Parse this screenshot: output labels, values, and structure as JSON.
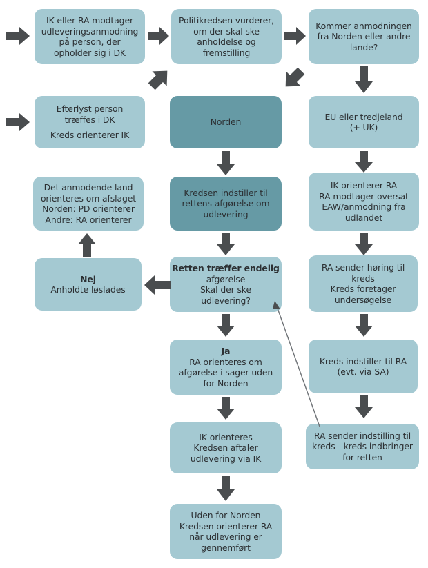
{
  "diagram": {
    "title": "Udleveringsproces flowchart",
    "colors": {
      "node_light": "#a4c9d2",
      "node_dark": "#669aa5",
      "arrow": "#4a4d4f",
      "text": "#2c3033",
      "background": "#ffffff",
      "thin_line": "#6e7276"
    },
    "nodes": [
      {
        "id": "modtager-anmodning",
        "style": "light",
        "lines": [
          "IK eller RA modtager",
          "udleveringsanmodning",
          "på person, der",
          "opholder sig i DK"
        ]
      },
      {
        "id": "politikredsen-vurderer",
        "style": "light",
        "lines": [
          "Politikredsen vurderer,",
          "om der skal ske",
          "anholdelse og",
          "fremstilling"
        ]
      },
      {
        "id": "kommer-anmodningen",
        "style": "light",
        "lines": [
          "Kommer anmodningen",
          "fra Norden eller andre",
          "lande?"
        ]
      },
      {
        "id": "efterlyst-person",
        "style": "light",
        "lines": [
          "Efterlyst person",
          "træffes i DK",
          "",
          "Kreds orienterer IK"
        ]
      },
      {
        "id": "norden",
        "style": "dark",
        "lines": [
          "Norden"
        ]
      },
      {
        "id": "eu-eller-tredjeland",
        "style": "light",
        "lines": [
          "EU eller tredjeland",
          "(+ UK)"
        ]
      },
      {
        "id": "anmodende-land-afslag",
        "style": "light",
        "lines": [
          "Det anmodende land",
          "orienteres om afslaget",
          "Norden: PD orienterer",
          "Andre: RA orienterer"
        ]
      },
      {
        "id": "kredsen-indstiller-retten",
        "style": "dark",
        "lines": [
          "Kredsen indstiller til",
          "rettens afgørelse om",
          "udlevering"
        ]
      },
      {
        "id": "ik-orienterer-ra",
        "style": "light",
        "lines": [
          "IK orienterer RA",
          "RA modtager oversat",
          "EAW/anmodning fra",
          "udlandet"
        ]
      },
      {
        "id": "nej-anholdte-loeslades",
        "style": "light",
        "lines": [
          "Nej",
          "Anholdte løslades"
        ],
        "bold_first": true
      },
      {
        "id": "retten-traeffer-afgoerelse",
        "style": "light",
        "lines": [
          "Retten træffer endelig",
          "afgørelse",
          "Skal der ske",
          "udlevering?"
        ],
        "bold_first": true
      },
      {
        "id": "ra-sender-hoering",
        "style": "light",
        "lines": [
          "RA sender høring til",
          "kreds",
          "Kreds foretager",
          "undersøgelse"
        ]
      },
      {
        "id": "ja-ra-orienteres",
        "style": "light",
        "lines": [
          "Ja",
          "RA orienteres om",
          "afgørelse i sager uden",
          "for Norden"
        ],
        "bold_first": true
      },
      {
        "id": "kreds-indstiller-ra",
        "style": "light",
        "lines": [
          "Kreds indstiller til RA",
          "(evt. via SA)"
        ]
      },
      {
        "id": "ik-orienteres-aftaler",
        "style": "light",
        "lines": [
          "IK orienteres",
          "Kredsen aftaler",
          "udlevering via IK"
        ]
      },
      {
        "id": "ra-sender-indstilling",
        "style": "light",
        "lines": [
          "RA sender indstilling til",
          "kreds - kreds indbringer",
          "for retten"
        ]
      },
      {
        "id": "uden-for-norden",
        "style": "light",
        "lines": [
          "Uden for Norden",
          "Kredsen orienterer RA",
          "når udlevering er",
          "gennemført"
        ]
      }
    ],
    "arrows": [
      {
        "id": "entry-to-modtager",
        "direction": "right"
      },
      {
        "id": "modtager-to-politikredsen",
        "direction": "right"
      },
      {
        "id": "politikredsen-to-kommer",
        "direction": "right"
      },
      {
        "id": "entry-to-efterlyst",
        "direction": "right"
      },
      {
        "id": "norden-to-politikredsen",
        "direction": "up-right"
      },
      {
        "id": "kommer-to-politikredsen",
        "direction": "down-left"
      },
      {
        "id": "kommer-to-eu",
        "direction": "down"
      },
      {
        "id": "norden-to-kredsen-indstiller",
        "direction": "down"
      },
      {
        "id": "eu-to-ik-orienterer",
        "direction": "down"
      },
      {
        "id": "kredsen-indstiller-to-retten",
        "direction": "down"
      },
      {
        "id": "ik-orienterer-to-ra-hoering",
        "direction": "down"
      },
      {
        "id": "nej-to-anmodende-land",
        "direction": "up"
      },
      {
        "id": "retten-to-nej",
        "direction": "left"
      },
      {
        "id": "retten-to-ja",
        "direction": "down"
      },
      {
        "id": "ra-hoering-to-kreds-indstiller",
        "direction": "down"
      },
      {
        "id": "ja-to-ik-orienteres",
        "direction": "down"
      },
      {
        "id": "kreds-indstiller-to-ra-sender",
        "direction": "down"
      },
      {
        "id": "ik-orienteres-to-uden-for-norden",
        "direction": "down"
      },
      {
        "id": "ra-sender-indstilling-to-retten",
        "direction": "diagonal-up-left"
      }
    ]
  }
}
